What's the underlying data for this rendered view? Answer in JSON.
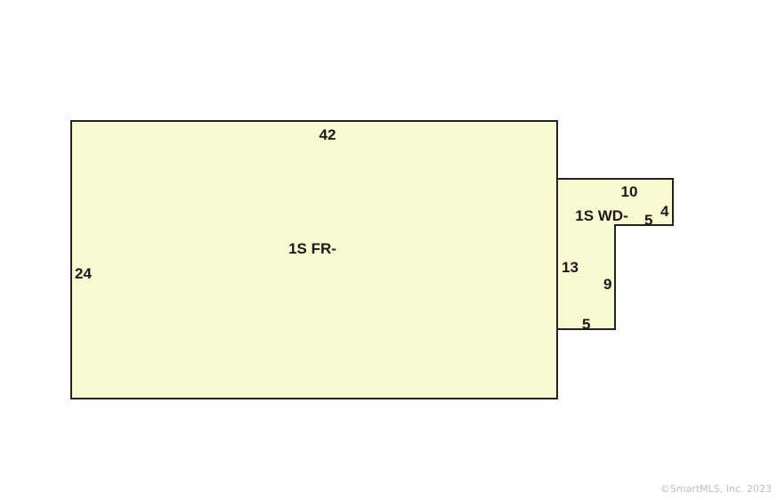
{
  "sketch": {
    "fill_color": "#f9f9d2",
    "stroke_color": "#222222",
    "main_area": {
      "label": "1S FR-",
      "dims": {
        "top": "42",
        "left": "24"
      }
    },
    "deck_area": {
      "label": "1S WD-",
      "dims": {
        "top": "10",
        "right": "4",
        "notch": "5",
        "left": "13",
        "inner": "9",
        "bottom": "5"
      }
    }
  },
  "footer": {
    "copyright": "©SmartMLS, Inc.  2023"
  }
}
